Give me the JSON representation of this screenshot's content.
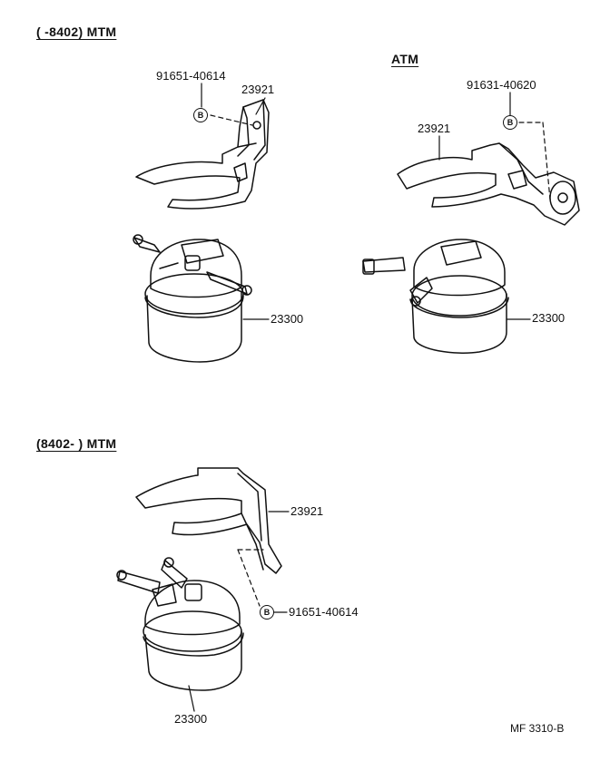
{
  "sections": {
    "mtm_early": {
      "heading": "(      -8402) MTM"
    },
    "atm": {
      "heading": "ATM"
    },
    "mtm_late": {
      "heading": "(8402-        ) MTM"
    }
  },
  "parts": {
    "bolt_mtm_early": "91651-40614",
    "bracket_mtm_early": "23921",
    "filter_mtm_early": "23300",
    "bolt_atm": "91631-40620",
    "bracket_atm": "23921",
    "filter_atm": "23300",
    "bracket_mtm_late": "23921",
    "bolt_mtm_late": "91651-40614",
    "filter_mtm_late": "23300"
  },
  "bolt_marker": "B",
  "figure_code": "MF 3310-B"
}
